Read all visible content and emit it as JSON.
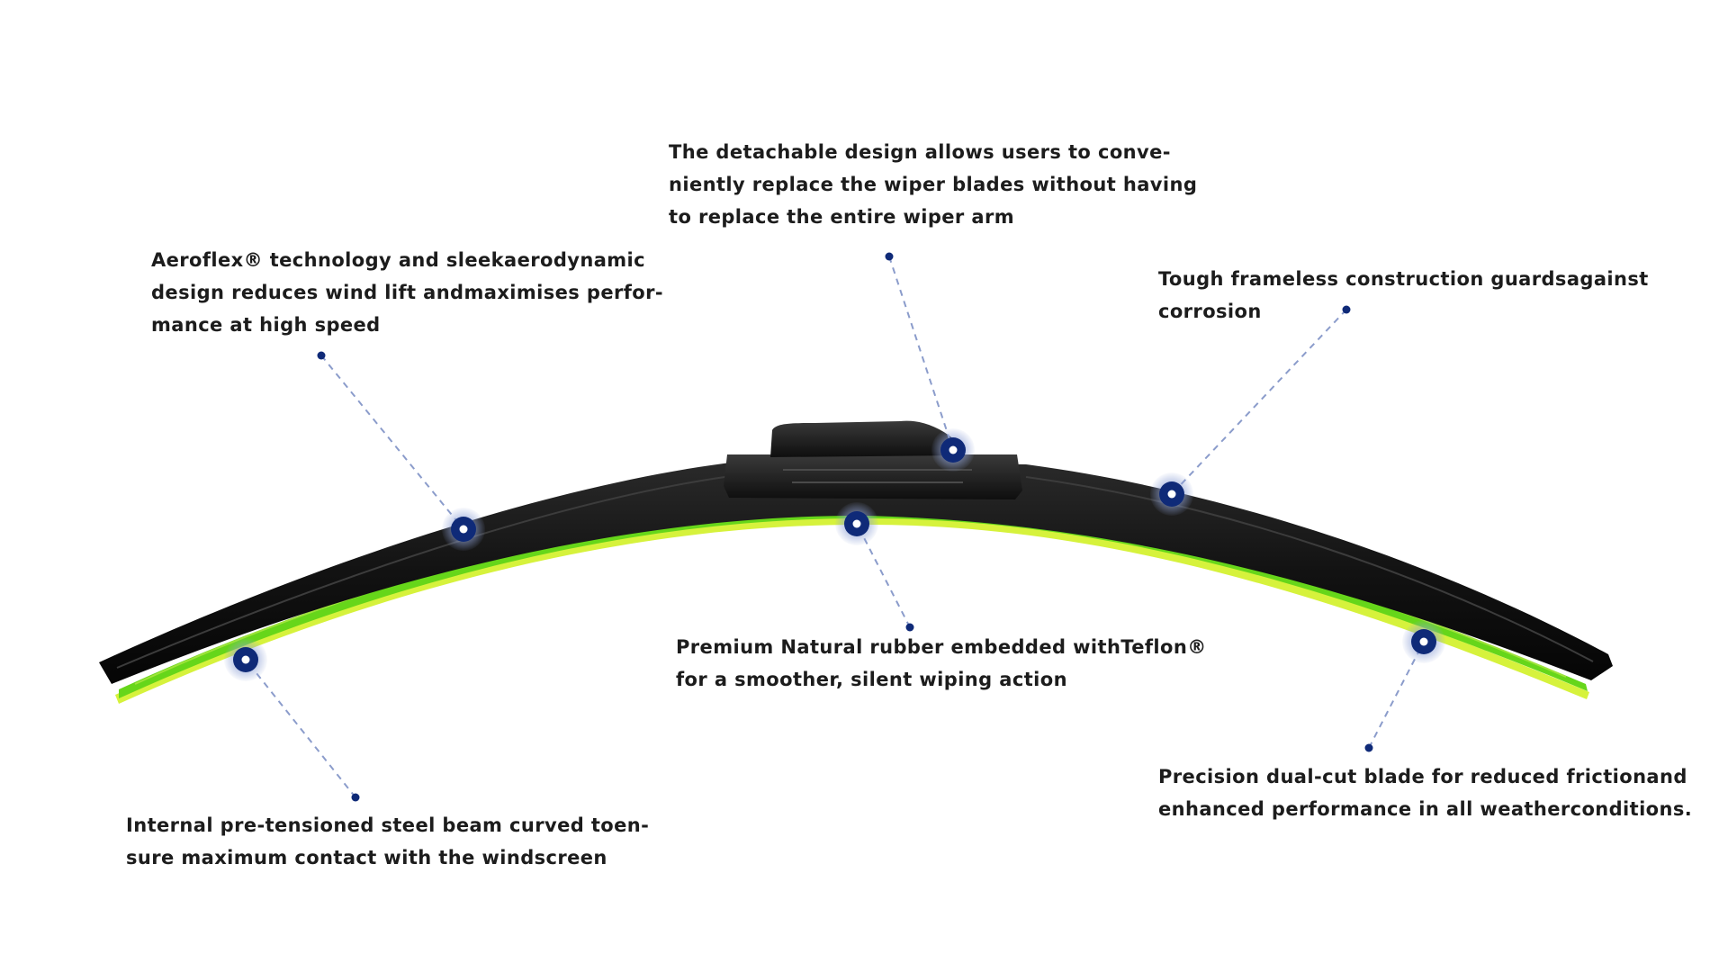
{
  "colors": {
    "text": "#1c1c1c",
    "leader_line": "#8b9ccb",
    "marker": "#0f2a78",
    "blade_black": "#121212",
    "rubber_green": "#66d61a",
    "rubber_yellow": "#d6f23c"
  },
  "callouts": [
    {
      "id": "aeroflex",
      "lines": [
        "Aeroflex® technology and sleekaerodynamic",
        "design reduces wind lift andmaximises perfor-",
        "mance at high speed"
      ]
    },
    {
      "id": "detachable",
      "lines": [
        "The detachable design allows users to conve-",
        "niently replace the wiper blades without having",
        "to replace the entire wiper arm"
      ]
    },
    {
      "id": "frameless",
      "lines": [
        "Tough frameless construction guardsagainst",
        "corrosion"
      ]
    },
    {
      "id": "rubber",
      "lines": [
        "Premium Natural rubber embedded withTeflon®",
        "for a smoother, silent wiping action"
      ]
    },
    {
      "id": "steel-beam",
      "lines": [
        "Internal pre-tensioned steel beam curved toen-",
        "sure maximum contact with the windscreen"
      ]
    },
    {
      "id": "dual-cut",
      "lines": [
        "Precision dual-cut blade for reduced frictionand",
        "enhanced performance in all weatherconditions."
      ]
    }
  ]
}
